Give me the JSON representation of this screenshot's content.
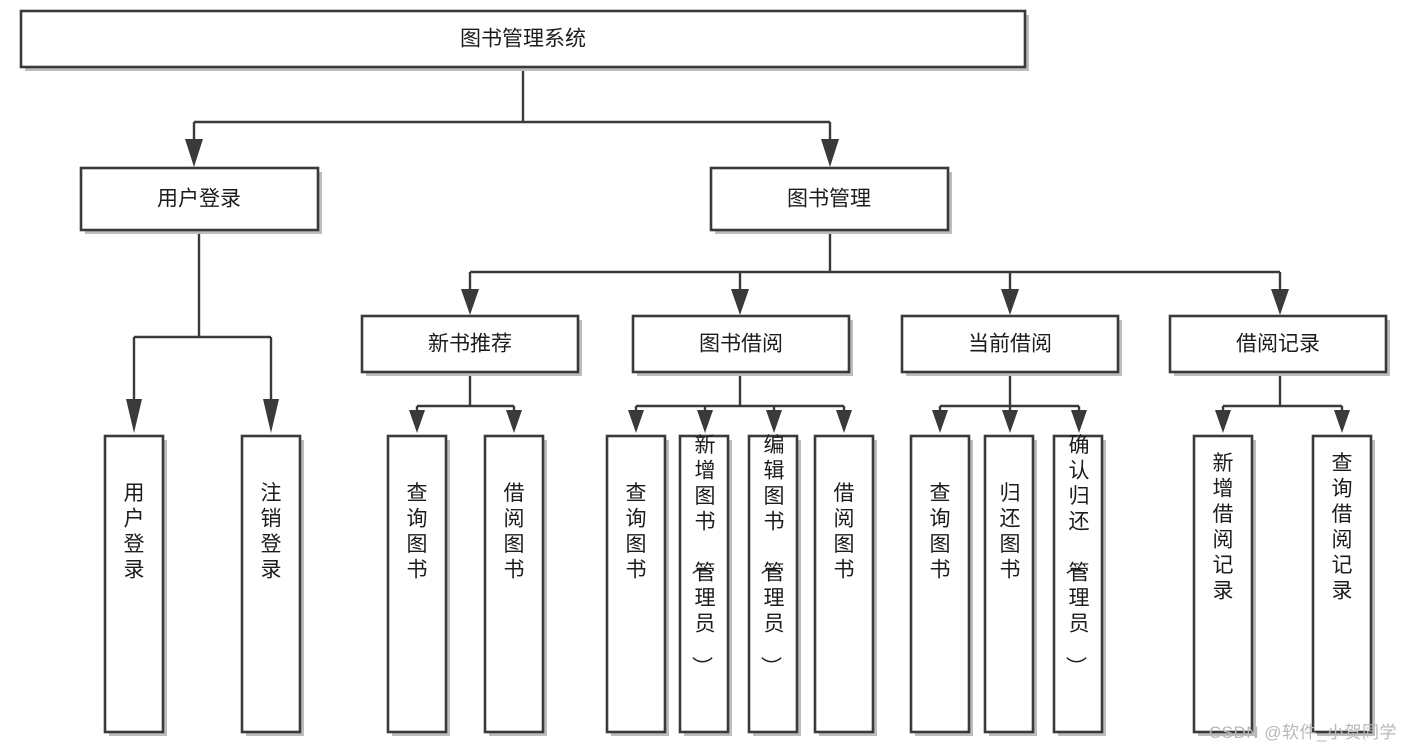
{
  "diagram": {
    "type": "tree-hierarchy-chart",
    "title": "图书管理系统",
    "watermark": "CSDN @软件_小贺同学",
    "levels": 4,
    "root": {
      "id": "root",
      "label": "图书管理系统",
      "orientation": "horizontal"
    },
    "level2": [
      {
        "id": "user-login",
        "label": "用户登录",
        "orientation": "horizontal"
      },
      {
        "id": "book-manage",
        "label": "图书管理",
        "orientation": "horizontal"
      }
    ],
    "level3": [
      {
        "id": "new-book-recommend",
        "label": "新书推荐",
        "parent": "book-manage",
        "orientation": "horizontal"
      },
      {
        "id": "book-borrow",
        "label": "图书借阅",
        "parent": "book-manage",
        "orientation": "horizontal"
      },
      {
        "id": "current-borrow",
        "label": "当前借阅",
        "parent": "book-manage",
        "orientation": "horizontal"
      },
      {
        "id": "borrow-record",
        "label": "借阅记录",
        "parent": "book-manage",
        "orientation": "horizontal"
      }
    ],
    "leaves": [
      {
        "id": "leaf-user-login",
        "label": "用户登录",
        "parent": "user-login",
        "orientation": "vertical"
      },
      {
        "id": "leaf-user-logout",
        "label": "注销登录",
        "parent": "user-login",
        "orientation": "vertical"
      },
      {
        "id": "leaf-query-book-rec",
        "label": "查询图书",
        "parent": "new-book-recommend",
        "orientation": "vertical"
      },
      {
        "id": "leaf-borrow-book-rec",
        "label": "借阅图书",
        "parent": "new-book-recommend",
        "orientation": "vertical"
      },
      {
        "id": "leaf-query-book-borrow",
        "label": "查询图书",
        "parent": "book-borrow",
        "orientation": "vertical"
      },
      {
        "id": "leaf-add-book-admin",
        "label": "新增图书（管理员）",
        "parent": "book-borrow",
        "orientation": "vertical"
      },
      {
        "id": "leaf-edit-book-admin",
        "label": "编辑图书（管理员）",
        "parent": "book-borrow",
        "orientation": "vertical"
      },
      {
        "id": "leaf-borrow-book",
        "label": "借阅图书",
        "parent": "book-borrow",
        "orientation": "vertical"
      },
      {
        "id": "leaf-query-book-current",
        "label": "查询图书",
        "parent": "current-borrow",
        "orientation": "vertical"
      },
      {
        "id": "leaf-return-book",
        "label": "归还图书",
        "parent": "current-borrow",
        "orientation": "vertical"
      },
      {
        "id": "leaf-confirm-return-admin",
        "label": "确认归还（管理员）",
        "parent": "current-borrow",
        "orientation": "vertical"
      },
      {
        "id": "leaf-add-borrow-record",
        "label": "新增借阅记录",
        "parent": "borrow-record",
        "orientation": "vertical"
      },
      {
        "id": "leaf-query-borrow-record",
        "label": "查询借阅记录",
        "parent": "borrow-record",
        "orientation": "vertical"
      }
    ],
    "colors": {
      "background": "#ffffff",
      "box_fill": "#ffffff",
      "box_stroke": "#3a3a3a",
      "connector": "#3a3a3a",
      "text": "#1c1c1c",
      "watermark": "#b8b8b8"
    }
  }
}
